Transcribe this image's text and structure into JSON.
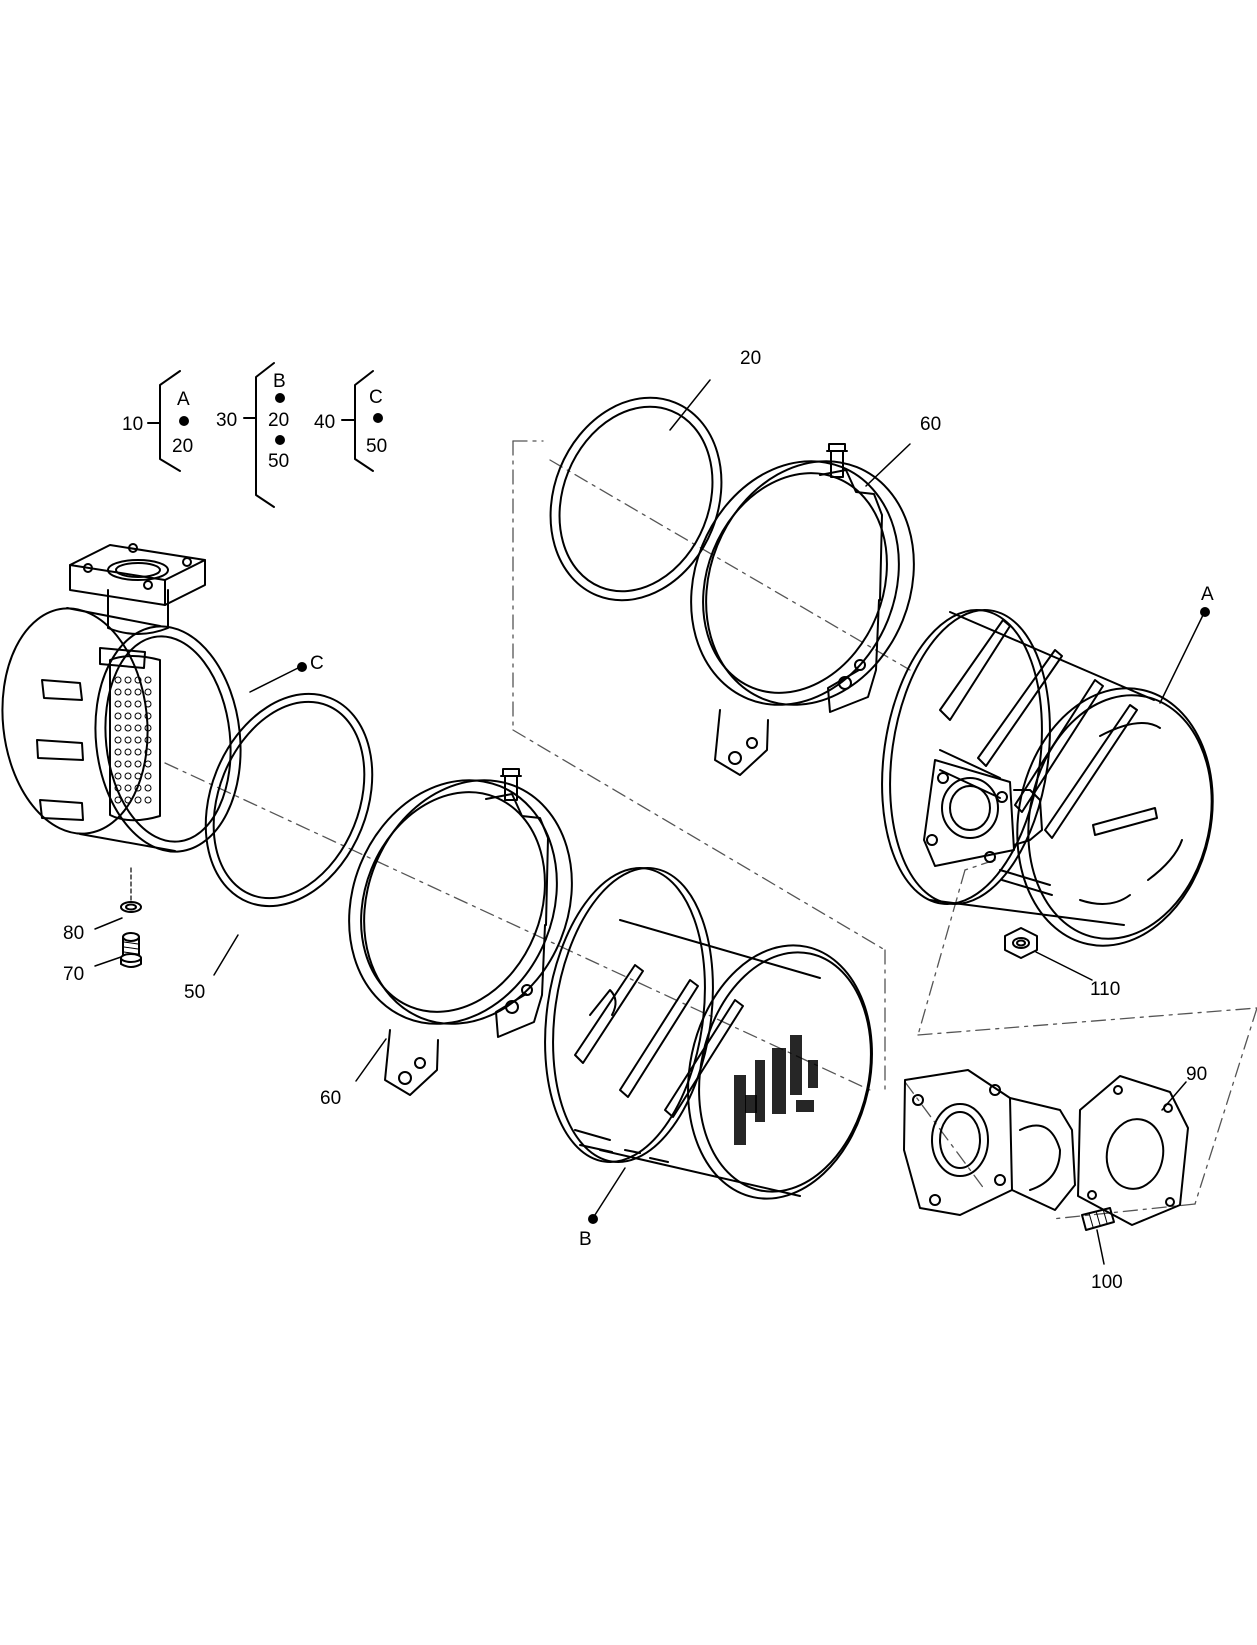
{
  "legend": {
    "groups": [
      {
        "number": "10",
        "items": [
          "A",
          "•",
          "20"
        ]
      },
      {
        "number": "30",
        "items": [
          "B",
          "•",
          "20",
          "•",
          "50"
        ]
      },
      {
        "number": "40",
        "items": [
          "C",
          "•",
          "50"
        ]
      }
    ]
  },
  "callouts": {
    "ring_top": "20",
    "clamp_top": "60",
    "assembly_a": "A",
    "inlet_c": "C",
    "washer": "80",
    "screw": "70",
    "ring_left": "50",
    "clamp_bottom": "60",
    "assembly_b": "B",
    "nut": "110",
    "gasket": "90",
    "stud": "100"
  }
}
